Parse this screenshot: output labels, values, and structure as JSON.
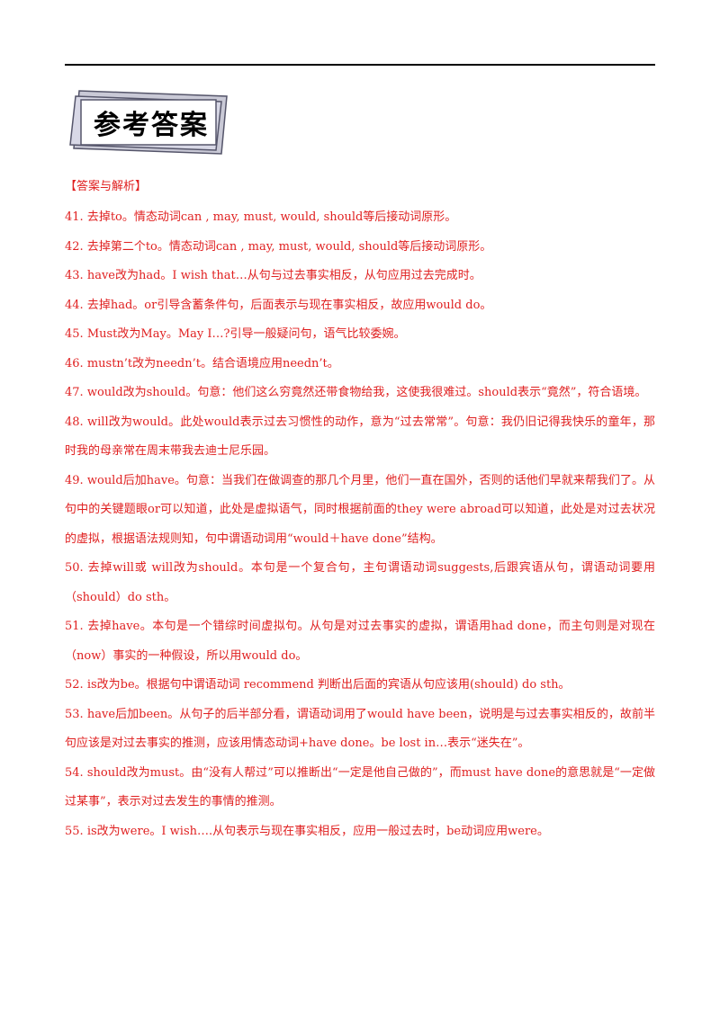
{
  "banner": {
    "title": "参考答案"
  },
  "section_heading": "【答案与解析】",
  "answers": [
    {
      "num": "41.",
      "text": "去掉to。情态动词can , may, must, would, should等后接动词原形。"
    },
    {
      "num": "42.",
      "text": "去掉第二个to。情态动词can , may, must, would, should等后接动词原形。"
    },
    {
      "num": "43.",
      "text": "have改为had。I wish that…从句与过去事实相反，从句应用过去完成时。"
    },
    {
      "num": "44.",
      "text": "去掉had。or引导含蓄条件句，后面表示与现在事实相反，故应用would do。"
    },
    {
      "num": "45.",
      "text": "Must改为May。May I…?引导一般疑问句，语气比较委婉。"
    },
    {
      "num": "46.",
      "text": "mustn’t改为needn’t。结合语境应用needn’t。"
    },
    {
      "num": "47.",
      "text": "would改为should。句意：他们这么穷竟然还带食物给我，这使我很难过。should表示“竟然”，符合语境。"
    },
    {
      "num": "48.",
      "text": "will改为would。此处would表示过去习惯性的动作，意为“过去常常”。句意：我仍旧记得我快乐的童年，那时我的母亲常在周末带我去迪士尼乐园。"
    },
    {
      "num": "49.",
      "text": "would后加have。句意：当我们在做调查的那几个月里，他们一直在国外，否则的话他们早就来帮我们了。从句中的关键题眼or可以知道，此处是虚拟语气，同时根据前面的they were abroad可以知道，此处是对过去状况的虚拟，根据语法规则知，句中谓语动词用“would＋have done”结构。"
    },
    {
      "num": "50.",
      "text": "去掉will或 will改为should。本句是一个复合句，主句谓语动词suggests,后跟宾语从句，谓语动词要用（should）do sth。"
    },
    {
      "num": "51.",
      "text": "去掉have。本句是一个错综时间虚拟句。从句是对过去事实的虚拟，谓语用had done，而主句则是对现在（now）事实的一种假设，所以用would do。"
    },
    {
      "num": "52.",
      "text": "is改为be。根据句中谓语动词 recommend 判断出后面的宾语从句应该用(should) do sth。"
    },
    {
      "num": "53.",
      "text": "have后加been。从句子的后半部分看，谓语动词用了would have been，说明是与过去事实相反的，故前半句应该是对过去事实的推测，应该用情态动词+have done。be lost in…表示“迷失在”。"
    },
    {
      "num": "54.",
      "text": "should改为must。由“没有人帮过”可以推断出“一定是他自己做的”，而must have done的意思就是“一定做过某事”，表示对过去发生的事情的推测。"
    },
    {
      "num": "55.",
      "text": "is改为were。I wish….从句表示与现在事实相反，应用一般过去时，be动词应用were。"
    }
  ]
}
